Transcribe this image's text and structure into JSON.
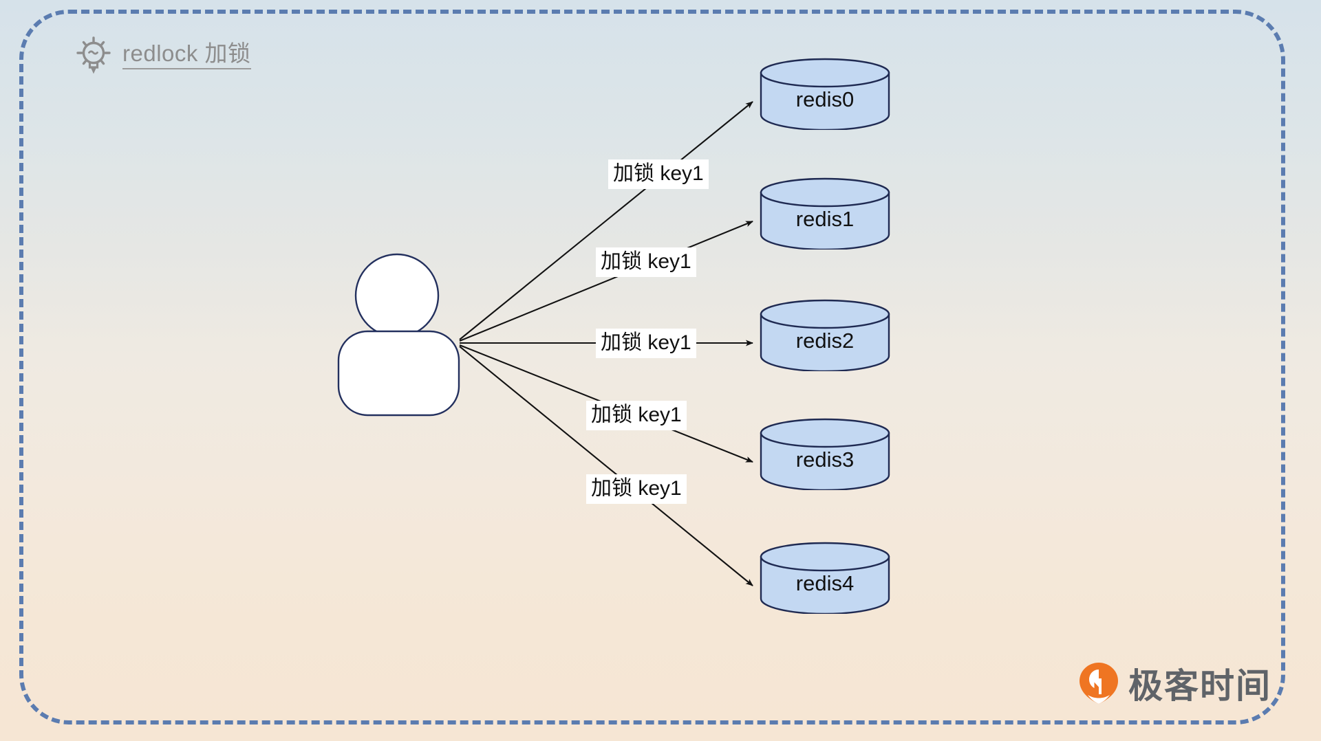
{
  "diagram": {
    "title": "redlock 加锁",
    "title_icon": "lightbulb-icon",
    "background": {
      "gradient_top": "#d6e2ea",
      "gradient_bottom": "#f6e6d4",
      "border_color": "#5b7cb0",
      "border_style": "dashed"
    },
    "actor": {
      "name": "client-actor",
      "stroke": "#23305e",
      "fill": "#ffffff"
    },
    "nodes": [
      {
        "id": "redis0",
        "label": "redis0",
        "fill": "#c3d8f2",
        "stroke": "#1f2a52"
      },
      {
        "id": "redis1",
        "label": "redis1",
        "fill": "#c3d8f2",
        "stroke": "#1f2a52"
      },
      {
        "id": "redis2",
        "label": "redis2",
        "fill": "#c3d8f2",
        "stroke": "#1f2a52"
      },
      {
        "id": "redis3",
        "label": "redis3",
        "fill": "#c3d8f2",
        "stroke": "#1f2a52"
      },
      {
        "id": "redis4",
        "label": "redis4",
        "fill": "#c3d8f2",
        "stroke": "#1f2a52"
      }
    ],
    "edges": [
      {
        "id": "edge-redis0",
        "from": "client-actor",
        "to": "redis0",
        "label": "加锁 key1"
      },
      {
        "id": "edge-redis1",
        "from": "client-actor",
        "to": "redis1",
        "label": "加锁 key1"
      },
      {
        "id": "edge-redis2",
        "from": "client-actor",
        "to": "redis2",
        "label": "加锁 key1"
      },
      {
        "id": "edge-redis3",
        "from": "client-actor",
        "to": "redis3",
        "label": "加锁 key1"
      },
      {
        "id": "edge-redis4",
        "from": "client-actor",
        "to": "redis4",
        "label": "加锁 key1"
      }
    ]
  },
  "brand": {
    "name": "极客时间",
    "icon": "geektime-pin-icon",
    "icon_color": "#ef7522",
    "text_color": "#5f6368"
  }
}
